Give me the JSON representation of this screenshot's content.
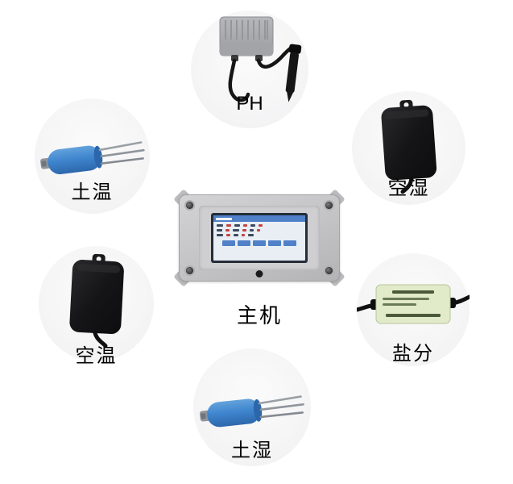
{
  "diagram": {
    "background": "#ffffff",
    "bubble_color": "#f5f5f6",
    "description_labels_language": "zh-CN"
  },
  "items": {
    "ph": {
      "label": "PH"
    },
    "soil_temperature": {
      "label": "土温"
    },
    "air_humidity": {
      "label": "空湿"
    },
    "main_unit": {
      "label": "主机"
    },
    "air_temperature": {
      "label": "空温"
    },
    "salinity": {
      "label": "盐分"
    },
    "soil_moisture": {
      "label": "土湿"
    }
  },
  "colors": {
    "sensor_blue": "#3f86cf",
    "device_black": "#151515",
    "enclosure_gray": "#c3c3c5",
    "pcb_green": "#e2ebc9",
    "lcd_header_blue": "#4f80c8",
    "lcd_screen": "#e9eef5",
    "label_text": "#000000"
  }
}
